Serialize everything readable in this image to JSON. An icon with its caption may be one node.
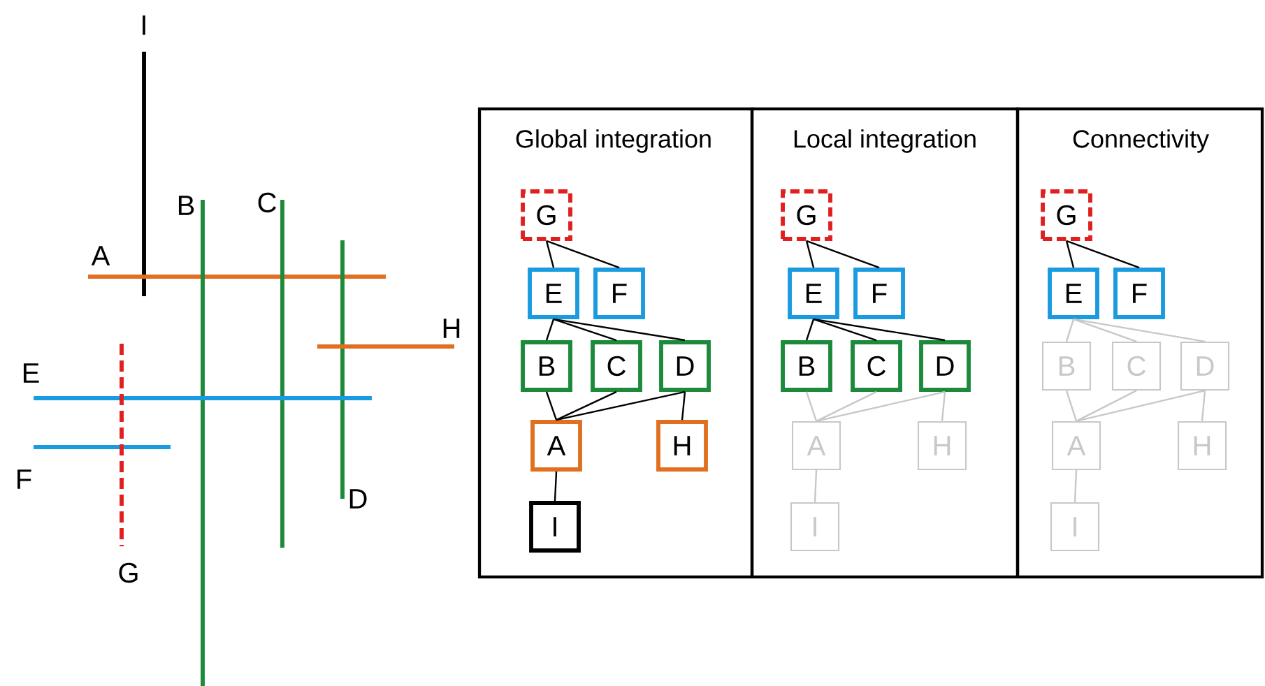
{
  "diagram": {
    "nodes": [
      {
        "text": [
          "Global integration"
        ]
      },
      {
        "text": [
          "G"
        ],
        "in": 0
      },
      {
        "text": [
          "E"
        ],
        "in": 0
      },
      {
        "text": [
          "F"
        ],
        "in": 0
      },
      {
        "text": [
          "B"
        ],
        "in": 0
      },
      {
        "text": [
          "C"
        ],
        "in": 0
      },
      {
        "text": [
          "D"
        ],
        "in": 0
      },
      {
        "text": [
          "A"
        ],
        "in": 0
      },
      {
        "text": [
          "H"
        ],
        "in": 0
      },
      {
        "text": [
          "I"
        ],
        "in": 0
      },
      {
        "text": [
          "Local integration"
        ]
      },
      {
        "text": [
          "G"
        ],
        "in": 10
      },
      {
        "text": [
          "E"
        ],
        "in": 10
      },
      {
        "text": [
          "F"
        ],
        "in": 10
      },
      {
        "text": [
          "B"
        ],
        "in": 10
      },
      {
        "text": [
          "C"
        ],
        "in": 10
      },
      {
        "text": [
          "D"
        ],
        "in": 10
      },
      {
        "text": [
          "A"
        ],
        "in": 10
      },
      {
        "text": [
          "H"
        ],
        "in": 10
      },
      {
        "text": [
          "I"
        ],
        "in": 10
      },
      {
        "text": [
          "Connectivity"
        ]
      },
      {
        "text": [
          "G"
        ],
        "in": 20
      },
      {
        "text": [
          "E"
        ],
        "in": 20
      },
      {
        "text": [
          "F"
        ],
        "in": 20
      },
      {
        "text": [
          "B"
        ],
        "in": 20
      },
      {
        "text": [
          "C"
        ],
        "in": 20
      },
      {
        "text": [
          "D"
        ],
        "in": 20
      },
      {
        "text": [
          "A"
        ],
        "in": 20
      },
      {
        "text": [
          "H"
        ],
        "in": 20
      },
      {
        "text": [
          "I"
        ],
        "in": 20
      }
    ],
    "edges": [
      {
        "from": 1,
        "to": 2,
        "arrow": "none"
      },
      {
        "from": 1,
        "to": 3,
        "arrow": "none"
      },
      {
        "from": 2,
        "to": 4,
        "arrow": "none"
      },
      {
        "from": 2,
        "to": 5,
        "arrow": "none"
      },
      {
        "from": 2,
        "to": 6,
        "arrow": "none"
      },
      {
        "from": 4,
        "to": 7,
        "arrow": "none"
      },
      {
        "from": 5,
        "to": 7,
        "arrow": "none"
      },
      {
        "from": 6,
        "to": 7,
        "arrow": "none"
      },
      {
        "from": 6,
        "to": 8,
        "arrow": "none"
      },
      {
        "from": 7,
        "to": 9,
        "arrow": "none"
      },
      {
        "from": 11,
        "to": 12,
        "arrow": "none"
      },
      {
        "from": 11,
        "to": 13,
        "arrow": "none"
      },
      {
        "from": 12,
        "to": 14,
        "arrow": "none"
      },
      {
        "from": 12,
        "to": 15,
        "arrow": "none"
      },
      {
        "from": 12,
        "to": 16,
        "arrow": "none"
      },
      {
        "from": 14,
        "to": 17,
        "arrow": "none",
        "color": "#c8c8c8"
      },
      {
        "from": 15,
        "to": 17,
        "arrow": "none",
        "color": "#c8c8c8"
      },
      {
        "from": 16,
        "to": 17,
        "arrow": "none",
        "color": "#c8c8c8"
      },
      {
        "from": 16,
        "to": 18,
        "arrow": "none",
        "color": "#c8c8c8"
      },
      {
        "from": 17,
        "to": 19,
        "arrow": "none",
        "color": "#c8c8c8"
      },
      {
        "from": 21,
        "to": 22,
        "arrow": "none"
      },
      {
        "from": 21,
        "to": 23,
        "arrow": "none"
      },
      {
        "from": 22,
        "to": 24,
        "arrow": "none",
        "color": "#c8c8c8"
      },
      {
        "from": 22,
        "to": 25,
        "arrow": "none",
        "color": "#c8c8c8"
      },
      {
        "from": 22,
        "to": 26,
        "arrow": "none",
        "color": "#c8c8c8"
      },
      {
        "from": 24,
        "to": 27,
        "arrow": "none",
        "color": "#c8c8c8"
      },
      {
        "from": 25,
        "to": 27,
        "arrow": "none",
        "color": "#c8c8c8"
      },
      {
        "from": 26,
        "to": 27,
        "arrow": "none",
        "color": "#c8c8c8"
      },
      {
        "from": 26,
        "to": 28,
        "arrow": "none",
        "color": "#c8c8c8"
      },
      {
        "from": 27,
        "to": 29,
        "arrow": "none",
        "color": "#c8c8c8"
      }
    ],
    "labels": [
      "I",
      "B",
      "C",
      "A",
      "H",
      "E",
      "F",
      "D",
      "G"
    ]
  }
}
